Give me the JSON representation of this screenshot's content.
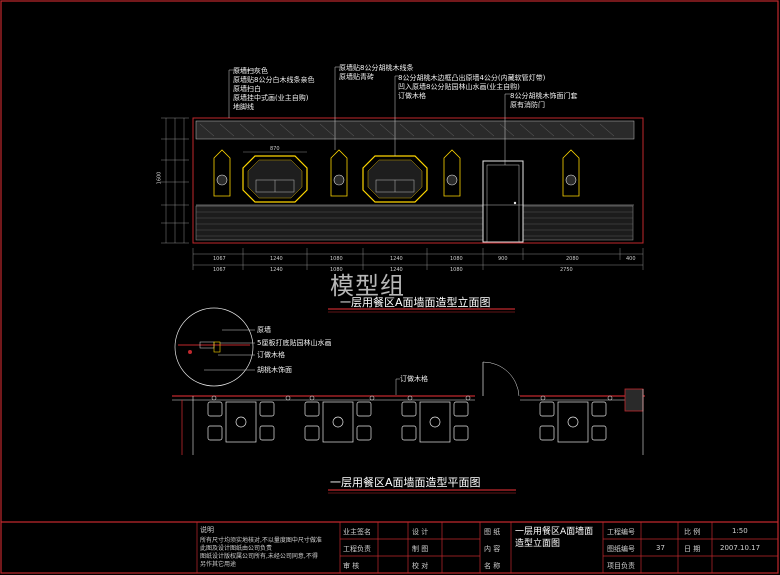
{
  "elevation": {
    "callouts_left": [
      "原墙扫灰色",
      "原墙贴8公分白木线条亲色",
      "原墙扫白",
      "原墙挂中式画(业主自购)",
      "地脚线"
    ],
    "callouts_mid": [
      "原墙贴8公分胡桃木线条",
      "原墙贴青砖"
    ],
    "callouts_right": [
      "8公分胡桃木边框凸出原墙4公分(内藏软管灯带)",
      "凹入原墙8公分贴园林山水画(业主自购)",
      "订做木格"
    ],
    "callouts_far": [
      "8公分胡桃木饰面门套",
      "原有消防门"
    ],
    "dims_bottom_1": [
      "1067",
      "1240",
      "1080",
      "1240",
      "1080",
      "900",
      "2080",
      "400"
    ],
    "dims_bottom_2": [
      "1067",
      "1240",
      "1080",
      "1240",
      "1080",
      "2750"
    ],
    "window_dim": "870",
    "height_dims": [
      "1600"
    ],
    "title": "一层用餐区A面墙面造型立面图"
  },
  "plan": {
    "callouts": [
      "原墙",
      "5厘板打底贴园林山水画",
      "订做木格",
      "胡桃木饰面"
    ],
    "callout_top": "订做木格",
    "title": "一层用餐区A面墙面造型平面图"
  },
  "watermark": "模型组",
  "title_block": {
    "notes_label": "说明",
    "notes": [
      "所有尺寸均须实地核对,不以量度图中尺寸做准",
      "此图及设计图纸由公司负责",
      "图纸设计版权属公司所有,未经公司同意,不得",
      "另作其它用途"
    ],
    "sign_labels": [
      "业主签名",
      "工程负责",
      "审  核"
    ],
    "col2": [
      "设  计",
      "制  图",
      "校  对"
    ],
    "col3": [
      "图 纸",
      "内 容",
      "名 称"
    ],
    "drawing_name": "一层用餐区A面墙面造型立面图",
    "project_no_label": "工程编号",
    "sheet_no_label": "图纸编号",
    "sheet_no": "37",
    "project_lead_label": "项目负责",
    "scale_label": "比  例",
    "scale": "1:50",
    "date_label": "日  期",
    "date": "2007.10.17"
  },
  "colors": {
    "frame": "#c0282d",
    "line": "#e6e6e6",
    "hatch": "#9a9a9a",
    "door": "#ffd700"
  }
}
